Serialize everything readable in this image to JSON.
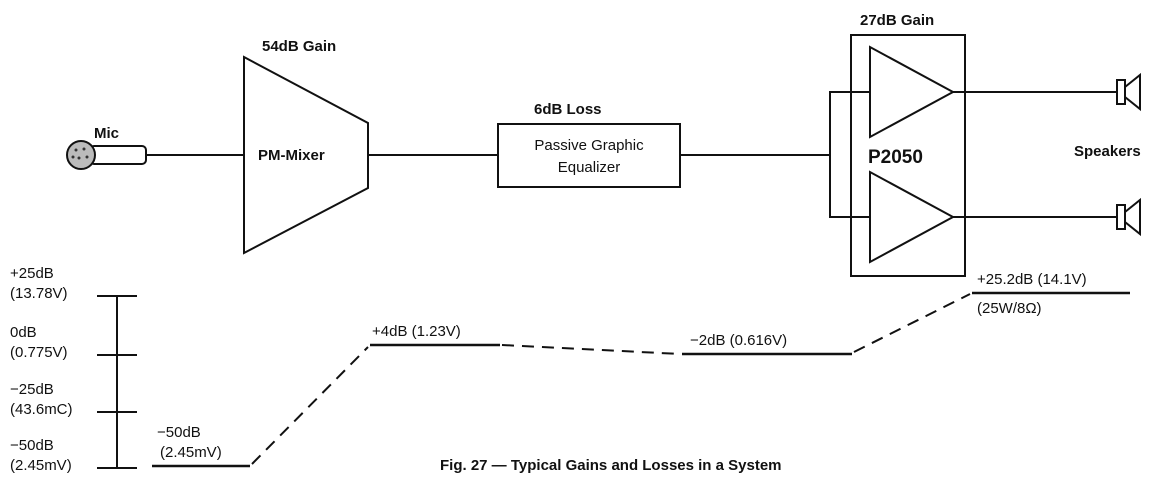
{
  "blocks": {
    "mic": "Mic",
    "mixer_gain": "54dB Gain",
    "mixer_name": "PM-Mixer",
    "eq_loss": "6dB Loss",
    "eq_line1": "Passive Graphic",
    "eq_line2": "Equalizer",
    "amp_gain": "27dB Gain",
    "amp_name": "P2050",
    "speakers": "Speakers"
  },
  "scale": {
    "ticks": [
      {
        "db": "+25dB",
        "v": "(13.78V)"
      },
      {
        "db": "0dB",
        "v": "(0.775V)"
      },
      {
        "db": "−25dB",
        "v": "(43.6mC)"
      },
      {
        "db": "−50dB",
        "v": "(2.45mV)"
      }
    ]
  },
  "levels": {
    "mic_db": "−50dB",
    "mic_v": "(2.45mV)",
    "mixer": "+4dB (1.23V)",
    "eq": "−2dB (0.616V)",
    "amp": "+25.2dB (14.1V)",
    "amp_power": "(25W/8Ω)"
  },
  "caption": "Fig. 27 — Typical Gains and Losses in a System"
}
